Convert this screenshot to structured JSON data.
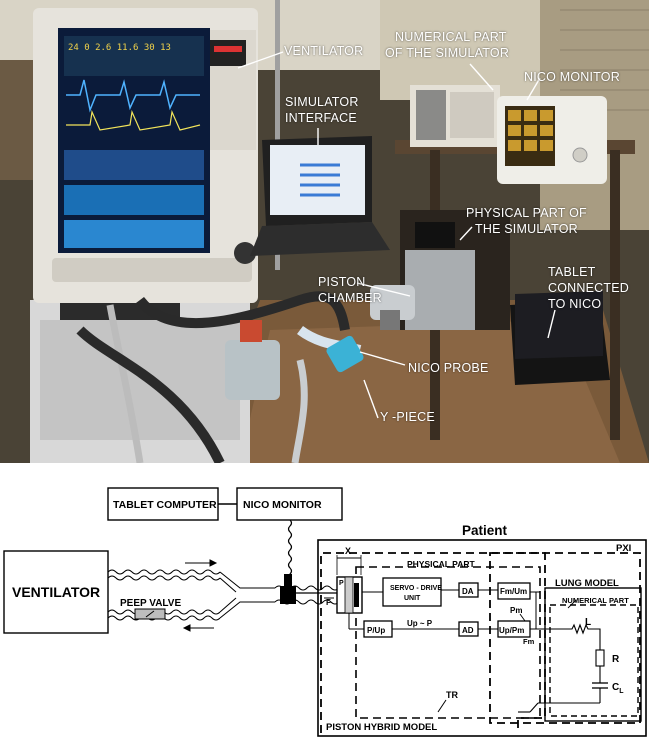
{
  "photo": {
    "labels": {
      "ventilator": "VENTILATOR",
      "numerical_1": "NUMERICAL PART",
      "numerical_2": "OF THE SIMULATOR",
      "nico_monitor": "NICO MONITOR",
      "sim_interface_1": "SIMULATOR",
      "sim_interface_2": "INTERFACE",
      "physical_1": "PHYSICAL PART OF",
      "physical_2": "THE SIMULATOR",
      "piston_1": "PISTON",
      "piston_2": "CHAMBER",
      "tablet_1": "TABLET",
      "tablet_2": "CONNECTED",
      "tablet_3": "TO  NICO",
      "nico_probe": "NICO  PROBE",
      "y_piece": "Y -PIECE"
    }
  },
  "diagram": {
    "tablet_computer": "TABLET COMPUTER",
    "nico_monitor": "NICO MONITOR",
    "patient": "Patient",
    "pxi": "PXI",
    "ventilator": "VENTILATOR",
    "peep_valve": "PEEP VALVE",
    "x": "X",
    "physical_part": "PHYSICAL PART",
    "p": "P",
    "servo_drive_1": "SERVO - DRIVE",
    "servo_drive_2": "UNIT",
    "da": "DA",
    "fm_um": "Fm/Um",
    "f": "F",
    "lung_model": "LUNG MODEL",
    "numerical_part": "NUMERICAL PART",
    "pm": "Pm",
    "p_up": "P/Up",
    "up_p": "Up ~ P",
    "ad": "AD",
    "up_pm": "Up/Pm",
    "fm": "Fm",
    "l": "L",
    "r": "R",
    "cl": "C",
    "cl_sub": "L",
    "tr": "TR",
    "piston_hybrid_model": "PISTON HYBRID MODEL"
  }
}
